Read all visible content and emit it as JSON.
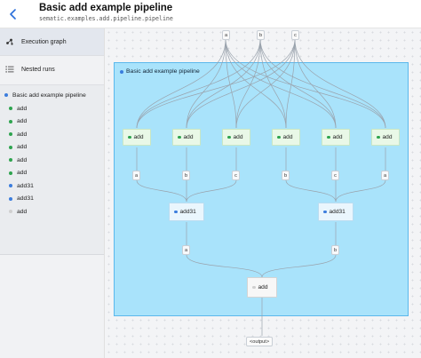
{
  "header": {
    "title": "Basic add example pipeline",
    "subtitle": "sematic.examples.add.pipeline.pipeline"
  },
  "nav": [
    {
      "label": "Execution graph",
      "icon": "graph-icon",
      "active": true
    },
    {
      "label": "Nested runs",
      "icon": "list-icon",
      "active": false
    }
  ],
  "run_tree": [
    {
      "label": "Basic add example pipeline",
      "status_color": "#3b7ddd",
      "indent": 0
    },
    {
      "label": "add",
      "status_color": "#2ea44f",
      "indent": 1
    },
    {
      "label": "add",
      "status_color": "#2ea44f",
      "indent": 1
    },
    {
      "label": "add",
      "status_color": "#2ea44f",
      "indent": 1
    },
    {
      "label": "add",
      "status_color": "#2ea44f",
      "indent": 1
    },
    {
      "label": "add",
      "status_color": "#2ea44f",
      "indent": 1
    },
    {
      "label": "add",
      "status_color": "#2ea44f",
      "indent": 1
    },
    {
      "label": "add31",
      "status_color": "#3b7ddd",
      "indent": 1
    },
    {
      "label": "add31",
      "status_color": "#3b7ddd",
      "indent": 1
    },
    {
      "label": "add",
      "status_color": "#d0d0d0",
      "indent": 1
    }
  ],
  "graph": {
    "inputs": [
      "a",
      "b",
      "c"
    ],
    "group_label": "Basic add example pipeline",
    "group_status_color": "#3b7ddd",
    "row1_nodes": [
      {
        "label": "add",
        "status_color": "#2ea44f"
      },
      {
        "label": "add",
        "status_color": "#2ea44f"
      },
      {
        "label": "add",
        "status_color": "#2ea44f"
      },
      {
        "label": "add",
        "status_color": "#2ea44f"
      },
      {
        "label": "add",
        "status_color": "#2ea44f"
      },
      {
        "label": "add",
        "status_color": "#2ea44f"
      }
    ],
    "row1_outputs": [
      "a",
      "b",
      "c",
      "b",
      "c",
      "a"
    ],
    "row2_nodes": [
      {
        "label": "add31",
        "status_color": "#3b7ddd"
      },
      {
        "label": "add31",
        "status_color": "#3b7ddd"
      }
    ],
    "row2_outputs": [
      "a",
      "b"
    ],
    "final_node": {
      "label": "add",
      "status_color": "#cfcfcf"
    },
    "output_label": "<output>"
  },
  "colors": {
    "accent": "#2a6fdb",
    "group_fill": "#a9e3fb",
    "group_border": "#5bb8ec"
  }
}
